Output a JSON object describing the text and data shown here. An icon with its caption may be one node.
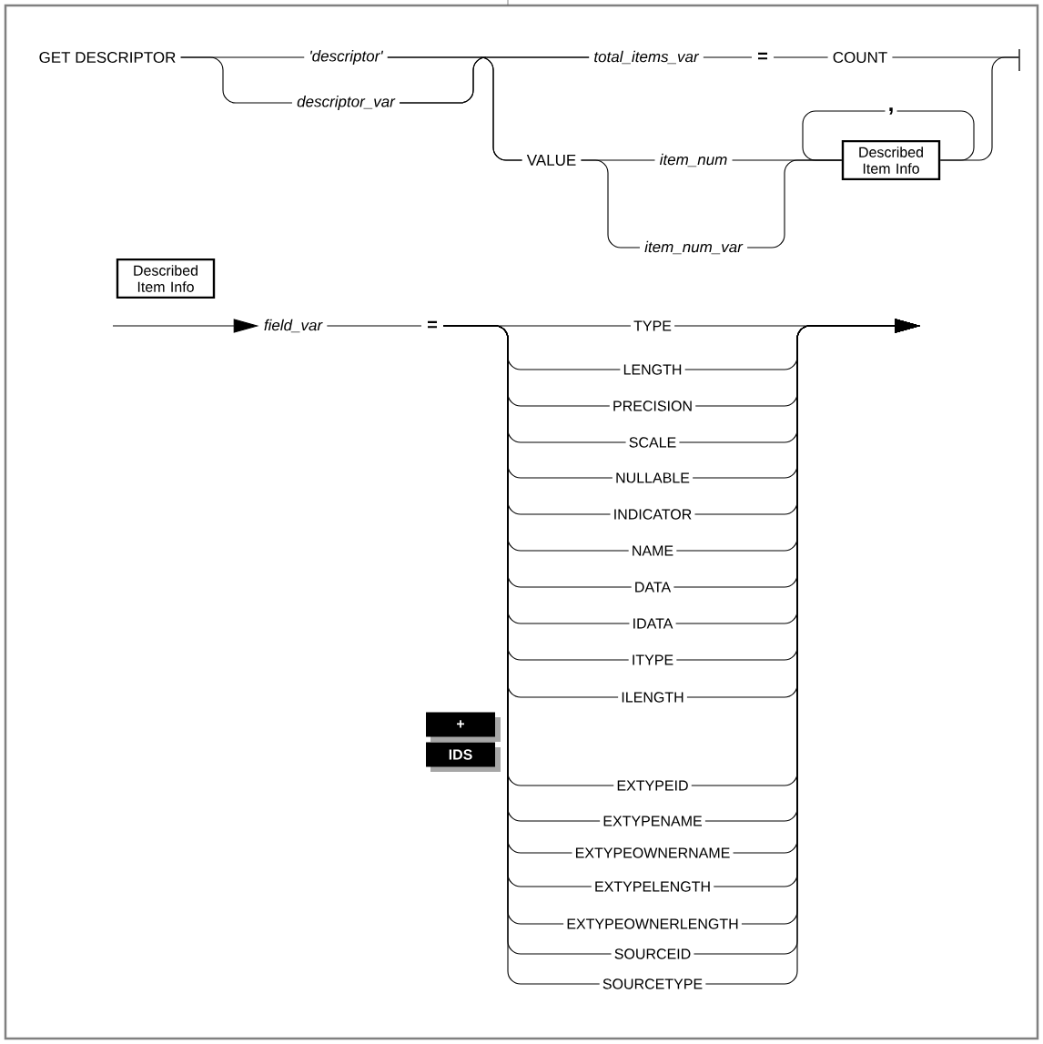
{
  "diagram": {
    "nodes": [
      {
        "text": [
          "GET DESCRIPTOR"
        ]
      },
      {
        "text": [
          "'descriptor'"
        ]
      },
      {
        "text": [
          "descriptor_var"
        ]
      },
      {
        "text": [
          "total_items_var"
        ]
      },
      {
        "text": [
          "="
        ]
      },
      {
        "text": [
          "COUNT"
        ]
      },
      {
        "text": [
          "VALUE"
        ]
      },
      {
        "text": [
          "item_num"
        ]
      },
      {
        "text": [
          "item_num_var"
        ]
      },
      {
        "text": [
          ","
        ]
      },
      {
        "text": [
          "Described Item Info"
        ]
      },
      {
        "text": [],
        "shape": "bar"
      },
      {
        "text": [
          "Described Item Info"
        ]
      },
      {
        "text": [
          "field_var"
        ]
      },
      {
        "text": [
          "="
        ]
      },
      {
        "text": [
          "TYPE"
        ]
      },
      {
        "text": [
          "LENGTH"
        ]
      },
      {
        "text": [
          "PRECISION"
        ]
      },
      {
        "text": [
          "SCALE"
        ]
      },
      {
        "text": [
          "NULLABLE"
        ]
      },
      {
        "text": [
          "INDICATOR"
        ]
      },
      {
        "text": [
          "NAME"
        ]
      },
      {
        "text": [
          "DATA"
        ]
      },
      {
        "text": [
          "IDATA"
        ]
      },
      {
        "text": [
          "ITYPE"
        ]
      },
      {
        "text": [
          "ILENGTH"
        ]
      },
      {
        "text": [
          "+"
        ]
      },
      {
        "text": [
          "IDS"
        ]
      },
      {
        "text": [
          "EXTYPEID"
        ]
      },
      {
        "text": [
          "EXTYPENAME"
        ]
      },
      {
        "text": [
          "EXTYPEOWNERNAME"
        ]
      },
      {
        "text": [
          "EXTYPELENGTH"
        ]
      },
      {
        "text": [
          "EXTYPEOWNERLENGTH"
        ]
      },
      {
        "text": [
          "SOURCEID"
        ]
      },
      {
        "text": [
          "SOURCETYPE"
        ]
      }
    ],
    "edges": [
      {
        "from": 0,
        "to": 1,
        "arrow": "none"
      },
      {
        "from": 0,
        "to": 2,
        "arrow": "none"
      },
      {
        "from": 1,
        "to": 3,
        "arrow": "none"
      },
      {
        "from": 1,
        "to": 6,
        "arrow": "none"
      },
      {
        "from": 2,
        "to": 3,
        "arrow": "none"
      },
      {
        "from": 2,
        "to": 6,
        "arrow": "none"
      },
      {
        "from": 3,
        "to": 4,
        "arrow": "none"
      },
      {
        "from": 4,
        "to": 5,
        "arrow": "none"
      },
      {
        "from": 5,
        "to": 11,
        "arrow": "none"
      },
      {
        "from": 6,
        "to": 7,
        "arrow": "none"
      },
      {
        "from": 6,
        "to": 8,
        "arrow": "none"
      },
      {
        "from": 7,
        "to": 10,
        "arrow": "none"
      },
      {
        "from": 8,
        "to": 10,
        "arrow": "none"
      },
      {
        "from": 10,
        "to": 9,
        "arrow": "none"
      },
      {
        "from": 9,
        "to": 10,
        "arrow": "none"
      },
      {
        "from": 10,
        "to": 11,
        "arrow": "none"
      },
      {
        "from": null,
        "to": 13,
        "arrow": "to"
      },
      {
        "from": 13,
        "to": 14,
        "arrow": "none"
      },
      {
        "from": 14,
        "to": 15,
        "arrow": "none"
      },
      {
        "from": 14,
        "to": 16,
        "arrow": "none"
      },
      {
        "from": 14,
        "to": 17,
        "arrow": "none"
      },
      {
        "from": 14,
        "to": 18,
        "arrow": "none"
      },
      {
        "from": 14,
        "to": 19,
        "arrow": "none"
      },
      {
        "from": 14,
        "to": 20,
        "arrow": "none"
      },
      {
        "from": 14,
        "to": 21,
        "arrow": "none"
      },
      {
        "from": 14,
        "to": 22,
        "arrow": "none"
      },
      {
        "from": 14,
        "to": 23,
        "arrow": "none"
      },
      {
        "from": 14,
        "to": 24,
        "arrow": "none"
      },
      {
        "from": 14,
        "to": 25,
        "arrow": "none"
      },
      {
        "from": 14,
        "to": 28,
        "arrow": "none"
      },
      {
        "from": 14,
        "to": 29,
        "arrow": "none"
      },
      {
        "from": 14,
        "to": 30,
        "arrow": "none"
      },
      {
        "from": 14,
        "to": 31,
        "arrow": "none"
      },
      {
        "from": 14,
        "to": 32,
        "arrow": "none"
      },
      {
        "from": 14,
        "to": 33,
        "arrow": "none"
      },
      {
        "from": 14,
        "to": 34,
        "arrow": "none"
      },
      {
        "from": 15,
        "to": null,
        "arrow": "to"
      },
      {
        "from": 16,
        "to": null,
        "arrow": "to"
      },
      {
        "from": 17,
        "to": null,
        "arrow": "to"
      },
      {
        "from": 18,
        "to": null,
        "arrow": "to"
      },
      {
        "from": 19,
        "to": null,
        "arrow": "to"
      },
      {
        "from": 20,
        "to": null,
        "arrow": "to"
      },
      {
        "from": 21,
        "to": null,
        "arrow": "to"
      },
      {
        "from": 22,
        "to": null,
        "arrow": "to"
      },
      {
        "from": 23,
        "to": null,
        "arrow": "to"
      },
      {
        "from": 24,
        "to": null,
        "arrow": "to"
      },
      {
        "from": 25,
        "to": null,
        "arrow": "to"
      },
      {
        "from": 28,
        "to": null,
        "arrow": "to"
      },
      {
        "from": 29,
        "to": null,
        "arrow": "to"
      },
      {
        "from": 30,
        "to": null,
        "arrow": "to"
      },
      {
        "from": 31,
        "to": null,
        "arrow": "to"
      },
      {
        "from": 32,
        "to": null,
        "arrow": "to"
      },
      {
        "from": 33,
        "to": null,
        "arrow": "to"
      },
      {
        "from": 34,
        "to": null,
        "arrow": "to"
      }
    ]
  }
}
